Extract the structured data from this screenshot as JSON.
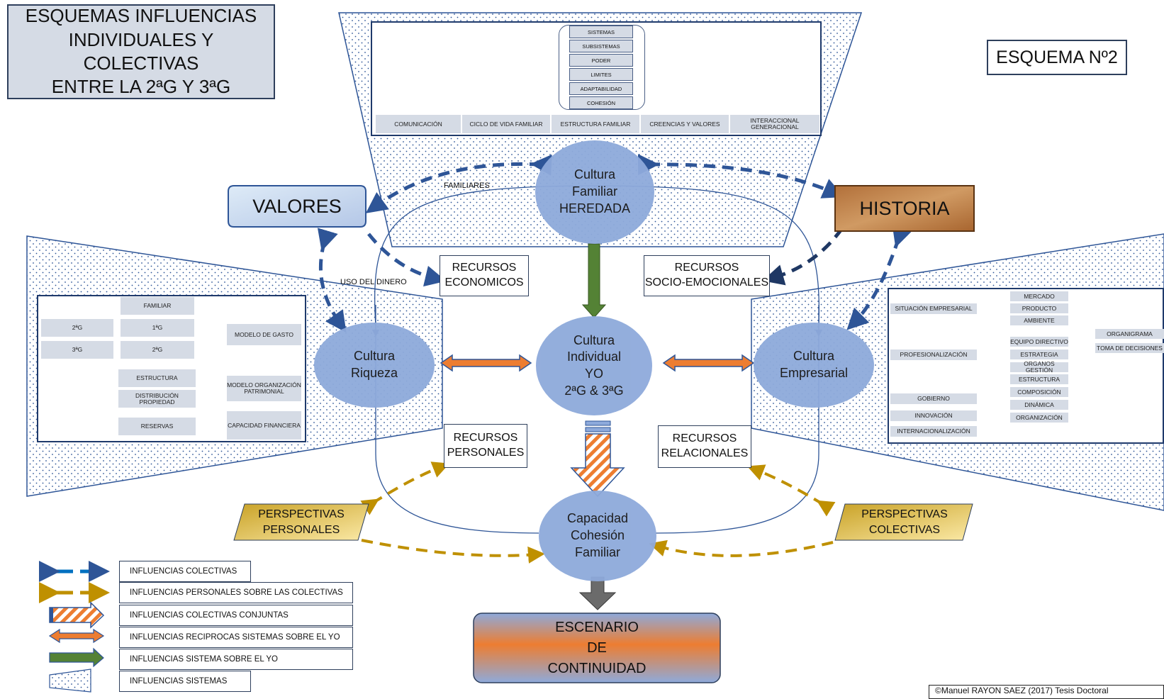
{
  "title": {
    "line1": "ESQUEMAS INFLUENCIAS",
    "line2": "INDIVIDUALES Y COLECTIVAS",
    "line3": "ENTRE LA 2ªG Y 3ªG"
  },
  "scheme_label": "ESQUEMA Nº2",
  "top_panel": {
    "stack": [
      "SISTEMAS",
      "SUBSISTEMAS",
      "PODER",
      "LIMITES",
      "ADAPTABILIDAD",
      "COHESIÓN"
    ],
    "bar": [
      "COMUNICACIÓN",
      "CICLO DE VIDA FAMILIAR",
      "ESTRUCTURA FAMILIAR",
      "CREENCIAS Y VALORES",
      "INTERACCIONAL GENERACIONAL"
    ]
  },
  "left_panel": {
    "gens": [
      "2ªG",
      "3ªG"
    ],
    "middle": [
      "FAMILIAR",
      "1ªG",
      "2ªG",
      "ESTRUCTURA",
      "DISTRIBUCIÓN PROPIEDAD",
      "RESERVAS"
    ],
    "right": [
      "MODELO DE GASTO",
      "MODELO ORGANIZACIÓN PATRIMONIAL",
      "CAPACIDAD FINANCIERA"
    ]
  },
  "right_panel": {
    "left": [
      "SITUACIÓN EMPRESARIAL",
      "PROFESIONALIZACIÓN",
      "GOBIERNO",
      "INNOVACIÓN",
      "INTERNACIONALIZACIÓN"
    ],
    "middle": [
      "MERCADO",
      "PRODUCTO",
      "AMBIENTE",
      "EQUIPO DIRECTIVO",
      "ESTRATEGIA",
      "ORGANOS GESTIÓN",
      "ESTRUCTURA",
      "COMPOSICIÓN",
      "DINÁMICA",
      "ORGANIZACIÓN"
    ],
    "far": [
      "ORGANIGRAMA",
      "TOMA DE DECISIONES"
    ]
  },
  "nodes": {
    "familiar": [
      "Cultura",
      "Familiar",
      "HEREDADA"
    ],
    "individual": [
      "Cultura",
      "Individual",
      "YO",
      "2ªG & 3ªG"
    ],
    "riqueza": [
      "Cultura",
      "Riqueza"
    ],
    "empresarial": [
      "Cultura",
      "Empresarial"
    ],
    "capacidad": [
      "Capacidad",
      "Cohesión",
      "Familiar"
    ]
  },
  "valores": "VALORES",
  "historia": "HISTORIA",
  "labels": {
    "familiares": "FAMILIARES",
    "uso_dinero": "USO DEL DINERO"
  },
  "resources": {
    "economicos": [
      "RECURSOS",
      "ECONOMICOS"
    ],
    "socioemocionales": [
      "RECURSOS",
      "SOCIO-EMOCIONALES"
    ],
    "personales": [
      "RECURSOS",
      "PERSONALES"
    ],
    "relacionales": [
      "RECURSOS",
      "RELACIONALES"
    ]
  },
  "perspectives": {
    "personales": [
      "PERSPECTIVAS",
      "PERSONALES"
    ],
    "colectivas": [
      "PERSPECTIVAS",
      "COLECTIVAS"
    ]
  },
  "escenario": [
    "ESCENARIO",
    "DE",
    "CONTINUIDAD"
  ],
  "legend": [
    {
      "label": "INFLUENCIAS COLECTIVAS",
      "icon": "blue-dashed-double-arrow"
    },
    {
      "label": "INFLUENCIAS PERSONALES SOBRE LAS COLECTIVAS",
      "icon": "gold-dashed-double-arrow"
    },
    {
      "label": "INFLUENCIAS COLECTIVAS CONJUNTAS",
      "icon": "striped-arrow"
    },
    {
      "label": "INFLUENCIAS RECIPROCAS SISTEMAS SOBRE EL YO",
      "icon": "orange-double-arrow"
    },
    {
      "label": "INFLUENCIAS SISTEMA SOBRE EL YO",
      "icon": "green-arrow"
    },
    {
      "label": "INFLUENCIAS SISTEMAS",
      "icon": "trapezoid"
    }
  ],
  "copyright": "©Manuel RAYON SAEZ (2017) Tesis Doctoral",
  "colors": {
    "ellipse": "#8eaadb",
    "orange": "#ed7d31",
    "green": "#548235",
    "gold": "#bf9000",
    "blue_dash": "#2e5597",
    "navy": "#1f3a6b"
  }
}
